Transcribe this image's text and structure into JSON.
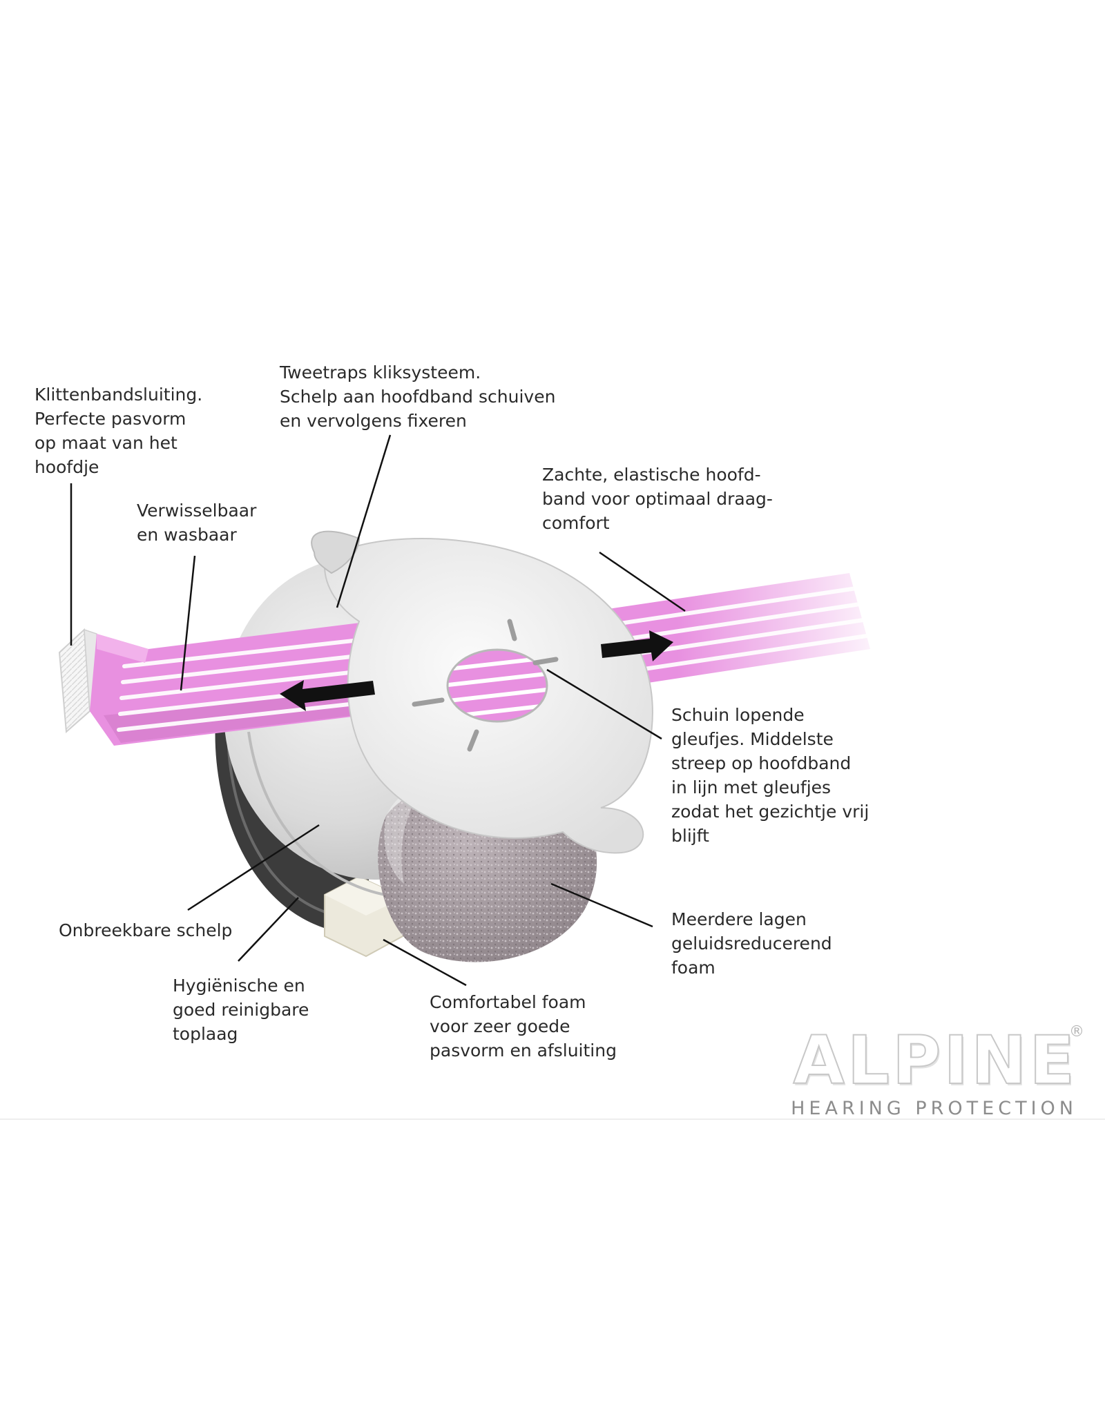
{
  "callouts": {
    "velcro": [
      "Klittenbandsluiting.",
      "Perfecte pasvorm",
      "op maat van het",
      "hoofdje"
    ],
    "click_system": [
      "Tweetraps kliksysteem.",
      "Schelp aan hoofdband schuiven",
      "en vervolgens fixeren"
    ],
    "replaceable": [
      "Verwisselbaar",
      "en wasbaar"
    ],
    "headband": [
      "Zachte, elastische hoofd-",
      "band voor optimaal draag-",
      "comfort"
    ],
    "slots": [
      "Schuin lopende",
      "gleufjes. Middelste",
      "streep op hoofdband",
      "in lijn met gleufjes",
      "zodat het gezichtje vrij",
      "blijft"
    ],
    "shell": [
      "Onbreekbare schelp"
    ],
    "hygienic": [
      "Hygiënische en",
      "goed reinigbare",
      "toplaag"
    ],
    "foam_layers": [
      "Meerdere lagen",
      "geluidsreducerend",
      "foam"
    ],
    "comfort_foam": [
      "Comfortabel foam",
      "voor zeer goede",
      "pasvorm en afsluiting"
    ]
  },
  "brand": {
    "name": "ALPINE",
    "registered": "®",
    "tagline": "HEARING PROTECTION"
  },
  "colors": {
    "band_pink": "#e890e0",
    "band_stripe": "#ffffff",
    "shell": "#dcdcdc",
    "rim": "#3c3c3c",
    "foam": "#a89ea3",
    "comfort_foam": "#ece9dc",
    "leader": "#111111"
  }
}
